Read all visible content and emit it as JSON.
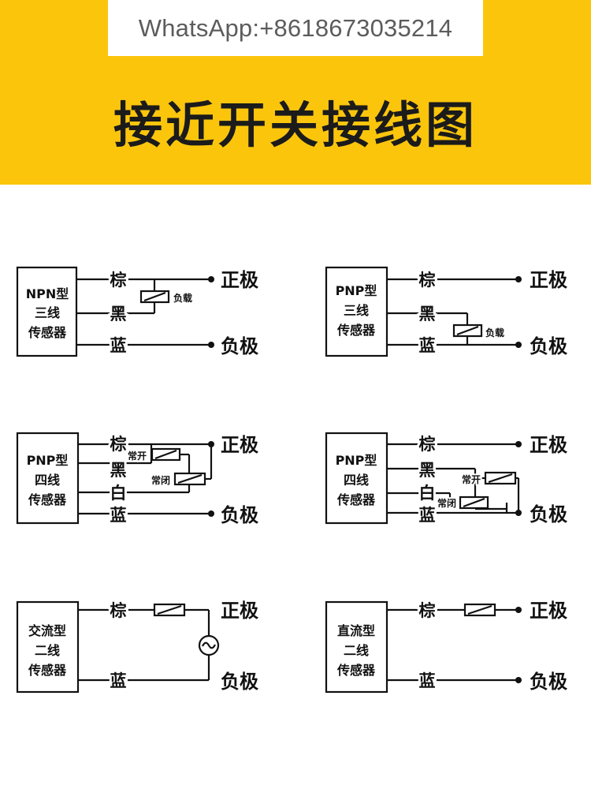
{
  "contact": "WhatsApp:+8618673035214",
  "title": "接近开关接线图",
  "terminals": {
    "positive": "正极",
    "negative": "负极"
  },
  "wires": {
    "brown": "棕",
    "black": "黑",
    "white": "白",
    "blue": "蓝"
  },
  "load_label": "负载",
  "no_label": "常开",
  "nc_label": "常闭",
  "sensors": [
    {
      "line1": "NPN型",
      "line2": "三线",
      "line3": "传感器"
    },
    {
      "line1": "PNP型",
      "line2": "三线",
      "line3": "传感器"
    },
    {
      "line1": "PNP型",
      "line2": "四线",
      "line3": "传感器"
    },
    {
      "line1": "PNP型",
      "line2": "四线",
      "line3": "传感器"
    },
    {
      "line1": "交流型",
      "line2": "二线",
      "line3": "传感器"
    },
    {
      "line1": "直流型",
      "line2": "二线",
      "line3": "传感器"
    }
  ],
  "ac_source_icon": "ac-source-icon"
}
